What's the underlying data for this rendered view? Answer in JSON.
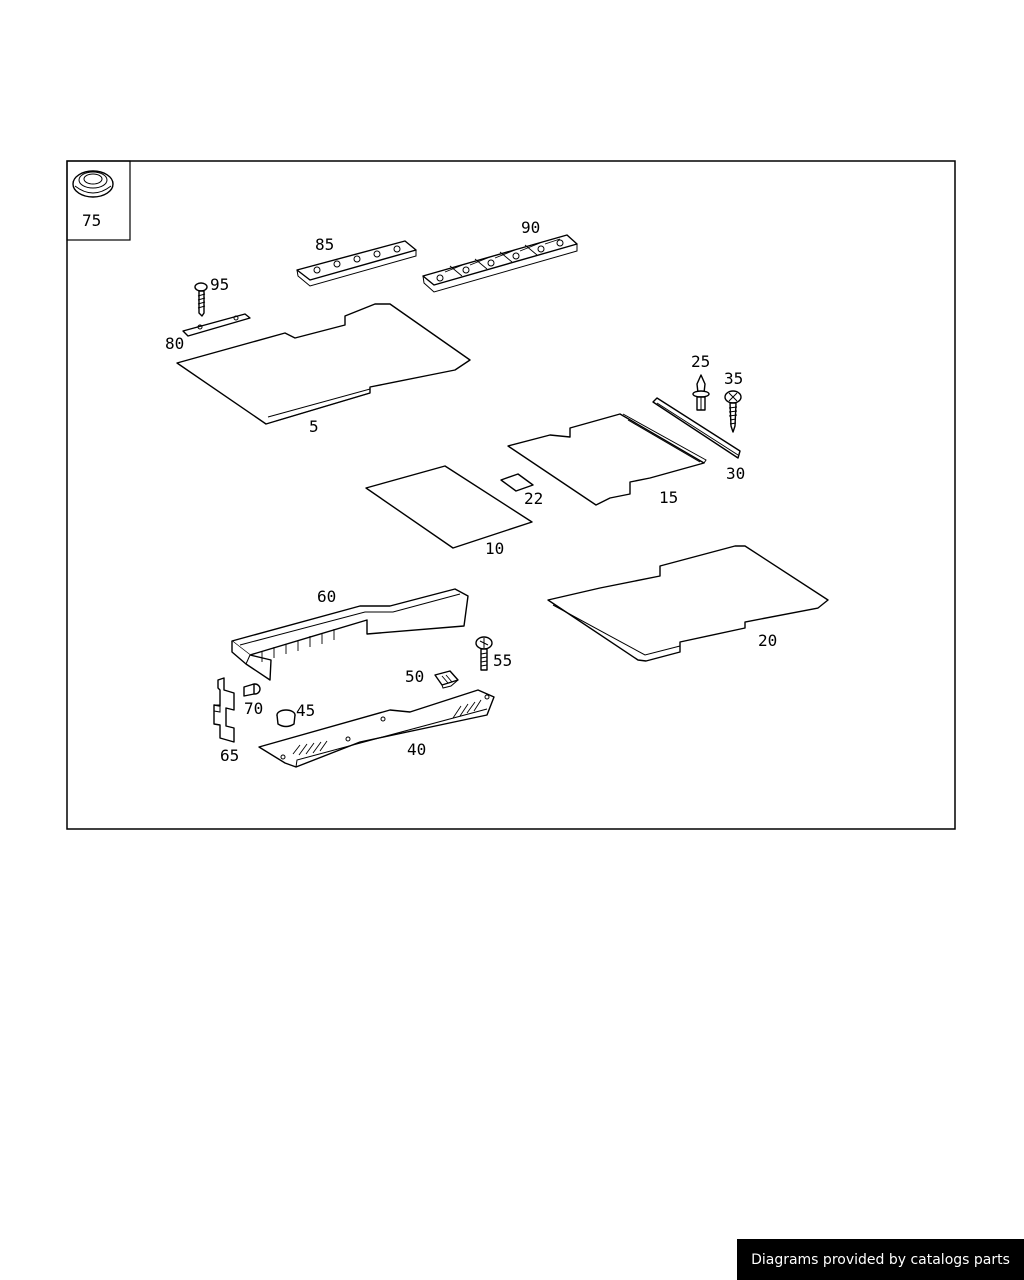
{
  "diagram": {
    "part_labels": {
      "p5": "5",
      "p10": "10",
      "p15": "15",
      "p20": "20",
      "p22": "22",
      "p25": "25",
      "p30": "30",
      "p35": "35",
      "p40": "40",
      "p45": "45",
      "p50": "50",
      "p55": "55",
      "p60": "60",
      "p65": "65",
      "p70": "70",
      "p75": "75",
      "p80": "80",
      "p85": "85",
      "p90": "90",
      "p95": "95"
    }
  },
  "footer": {
    "credit": "Diagrams provided by catalogs parts"
  }
}
